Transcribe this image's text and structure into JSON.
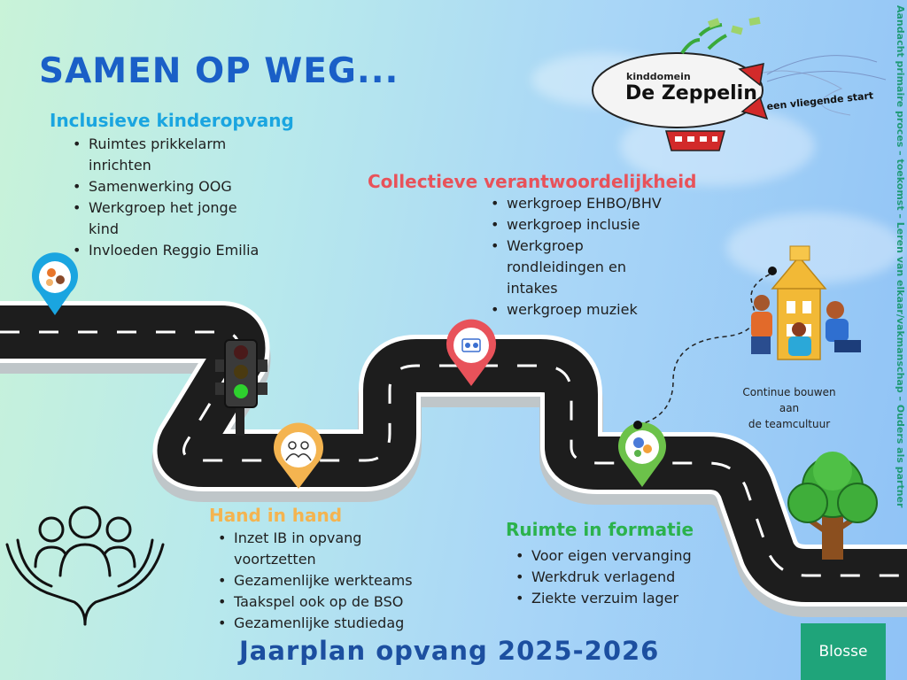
{
  "title": "SAMEN OP WEG...",
  "logo": {
    "line1": "kinddomein",
    "line2": "De Zeppelin",
    "slogan": "een vliegende start"
  },
  "sections": {
    "inclusieve": {
      "heading": "Inclusieve kinderopvang",
      "color": "#1aa5e0",
      "items": [
        "Ruimtes prikkelarm",
        "inrichten",
        "Samenwerking OOG",
        "Werkgroep het jonge",
        "kind",
        "Invloeden Reggio Emilia"
      ]
    },
    "collectief": {
      "heading": "Collectieve verantwoordelijkheid",
      "color": "#e8525a",
      "items": [
        "werkgroep EHBO/BHV",
        "werkgroep inclusie",
        "Werkgroep",
        "rondleidingen en",
        "intakes",
        "werkgroep muziek"
      ]
    },
    "hand": {
      "heading": "Hand in hand",
      "color": "#f4b450",
      "items": [
        "Inzet IB in opvang",
        "voortzetten",
        "Gezamenlijke werkteams",
        "Taakspel ook op de BSO",
        "Gezamenlijke studiedag"
      ]
    },
    "ruimte": {
      "heading": "Ruimte in formatie",
      "color": "#2bb24c",
      "items": [
        "Voor eigen vervanging",
        "Werkdruk verlagend",
        "Ziekte verzuim lager"
      ]
    }
  },
  "caption": [
    "Continue bouwen aan",
    "de teamcultuur"
  ],
  "footer_title": "Jaarplan opvang 2025-2026",
  "vertical_text": "Aandacht primaire proces – toekomst – Leren van elkaar/vakmanschap – Ouders als partner",
  "brand": "Blosse",
  "colors": {
    "title": "#1a5fc7",
    "road": "#1d1d1d",
    "brand": "#1fa47a"
  }
}
